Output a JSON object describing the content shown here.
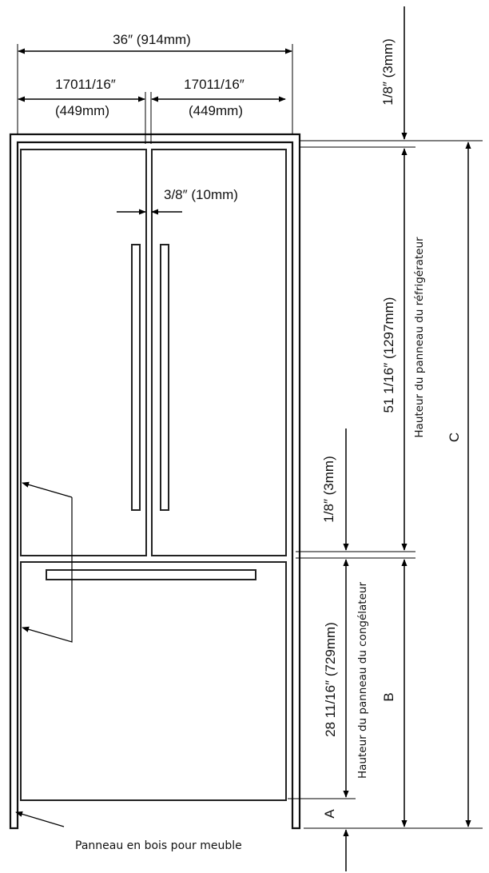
{
  "dimensions": {
    "total_width": "36″ (914mm)",
    "door_width_left_inches": "17011/16″",
    "door_width_left_mm": "(449mm)",
    "door_width_right_inches": "17011/16″",
    "door_width_right_mm": "(449mm)",
    "door_gap": "3/8″ (10mm)",
    "top_gap": "1/8″ (3mm)",
    "middle_gap": "1/8″ (3mm)",
    "fridge_panel_height": "51 1/16″ (1297mm)",
    "freezer_panel_height": "28 11/16″ (729mm)"
  },
  "labels": {
    "fridge_panel": "Hauteur du panneau du réfrigérateur",
    "freezer_panel": "Hauteur du panneau du congélateur",
    "cabinet_panel": "Panneau en bois pour meuble",
    "letter_a": "A",
    "letter_b": "B",
    "letter_c": "C"
  }
}
